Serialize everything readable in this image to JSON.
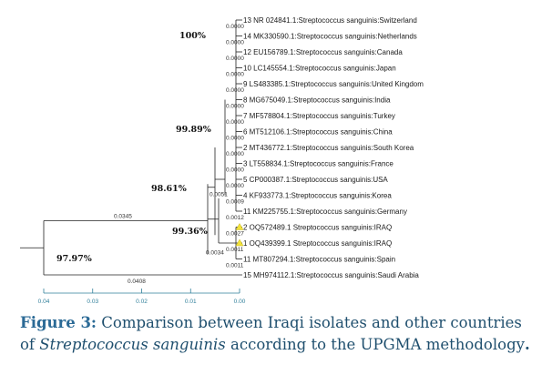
{
  "chart_data": {
    "type": "dendrogram",
    "method": "UPGMA",
    "leaves": [
      {
        "num": "13",
        "label": "NR 024841.1:Streptococcus sanguinis:Switzerland",
        "dist": "0.0000",
        "highlight": false
      },
      {
        "num": "14",
        "label": "MK330590.1:Streptococcus sanguinis:Netherlands",
        "dist": "0.0000",
        "highlight": false
      },
      {
        "num": "12",
        "label": "EU156789.1:Streptococcus sanguinis:Canada",
        "dist": "0.0000",
        "highlight": false
      },
      {
        "num": "10",
        "label": "LC145554.1:Streptococcus sanguinis:Japan",
        "dist": "0.0000",
        "highlight": false
      },
      {
        "num": "9",
        "label": "LS483385.1:Streptococcus sanguinis:United Kingdom",
        "dist": "0.0000",
        "highlight": false
      },
      {
        "num": "8",
        "label": "MG675049.1:Streptococcus sanguinis:India",
        "dist": "0.0000",
        "highlight": false
      },
      {
        "num": "7",
        "label": "MF578804.1:Streptococcus sanguinis:Turkey",
        "dist": "0.0000",
        "highlight": false
      },
      {
        "num": "6",
        "label": "MT512106.1:Streptococcus sanguinis:China",
        "dist": "0.0000",
        "highlight": false
      },
      {
        "num": "2",
        "label": "MT436772.1:Streptococcus sanguinis:South Korea",
        "dist": "0.0000",
        "highlight": false
      },
      {
        "num": "3",
        "label": "LT558834.1:Streptococcus sanguinis:France",
        "dist": "0.0000",
        "highlight": false
      },
      {
        "num": "5",
        "label": "CP000387.1:Streptococcus sanguinis:USA",
        "dist": "0.0000",
        "highlight": false
      },
      {
        "num": "4",
        "label": "KF933773.1:Streptococcus sanguinis:Korea",
        "dist": "0.0009",
        "highlight": false
      },
      {
        "num": "11",
        "label": "KM225755.1:Streptococcus sanguinis:Germany",
        "dist": "0.0012",
        "highlight": false
      },
      {
        "num": "2",
        "label": "OQ572489.1 Streptococcus sanguinis:IRAQ",
        "dist": "0.0027",
        "highlight": true
      },
      {
        "num": "1",
        "label": "OQ439399.1 Streptococcus sanguinis:IRAQ",
        "dist": "0.0011",
        "highlight": true
      },
      {
        "num": "11",
        "label": "MT807294.1:Streptococcus sanguinis:Spain",
        "dist": "0.0011",
        "highlight": false
      },
      {
        "num": "15",
        "label": "MH974112.1:Streptococcus sanguinis:Saudi Arabia",
        "dist": "0.0408",
        "highlight": false
      }
    ],
    "internal_branch_labels": [
      "0.0051",
      "0.0345",
      "0.0034"
    ],
    "bootstrap_labels": [
      "100%",
      "99.89%",
      "98.61%",
      "99.36%",
      "97.97%"
    ],
    "x_axis": {
      "ticks": [
        "0.04",
        "0.03",
        "0.02",
        "0.01",
        "0.00"
      ],
      "range": [
        0.04,
        0.0
      ],
      "reversed": true
    }
  },
  "caption": {
    "label": "Figure 3:",
    "text_part1": " Comparison between Iraqi isolates and other countries of ",
    "species": "Streptococcus sanguinis",
    "text_part2": " according to the UPGMA methodology",
    "end": "."
  },
  "colors": {
    "caption_label": "#2b6a96",
    "caption_text": "#1f4f6e",
    "axis": "#2f7f9a",
    "highlight_marker": "#f2e23a"
  }
}
